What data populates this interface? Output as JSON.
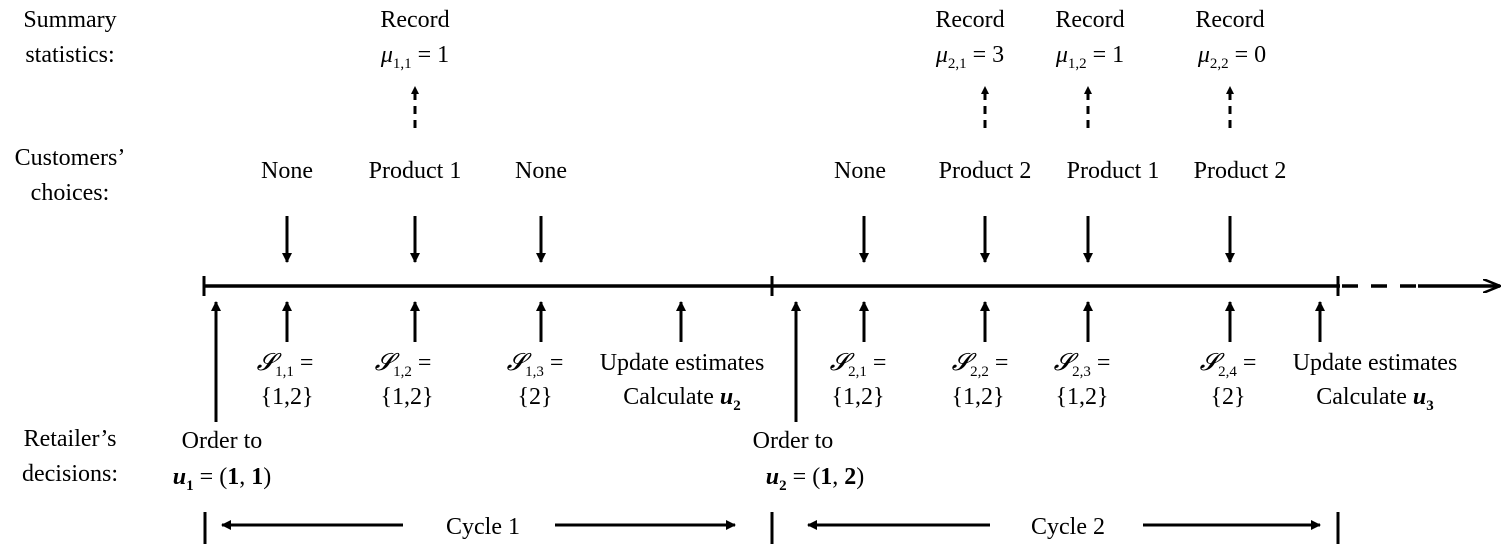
{
  "row_labels": {
    "summary": [
      "Summary",
      "statistics:"
    ],
    "choices": [
      "Customers’",
      "choices:"
    ],
    "decisions": [
      "Retailer’s",
      "decisions:"
    ]
  },
  "records": [
    {
      "word": "Record",
      "sym": "μ",
      "sub": "1,1",
      "rest": " = 1"
    },
    {
      "word": "Record",
      "sym": "μ",
      "sub": "2,1",
      "rest": " = 3"
    },
    {
      "word": "Record",
      "sym": "μ",
      "sub": "1,2",
      "rest": " = 1"
    },
    {
      "word": "Record",
      "sym": "μ",
      "sub": "2,2",
      "rest": " = 0"
    }
  ],
  "choices": [
    "None",
    "Product 1",
    "None",
    "None",
    "Product 2",
    "Product 1",
    "Product 2"
  ],
  "offer_sets": [
    {
      "sub": "1,1",
      "set": "{1,2}"
    },
    {
      "sub": "1,2",
      "set": "{1,2}"
    },
    {
      "sub": "1,3",
      "set": "{2}"
    },
    {
      "sub": "2,1",
      "set": "{1,2}"
    },
    {
      "sub": "2,2",
      "set": "{1,2}"
    },
    {
      "sub": "2,3",
      "set": "{1,2}"
    },
    {
      "sub": "2,4",
      "set": "{2}"
    }
  ],
  "updates": [
    {
      "line1": "Update estimates",
      "calc": "Calculate",
      "u": "u",
      "usub": "2"
    },
    {
      "line1": "Update estimates",
      "calc": "Calculate",
      "u": "u",
      "usub": "3"
    }
  ],
  "orders": [
    {
      "line1": "Order to",
      "u": "u",
      "usub": "1",
      "rest": " = (",
      "v1": "1",
      "comma": ", ",
      "v2": "1",
      "close": ")"
    },
    {
      "line1": "Order to",
      "u": "u",
      "usub": "2",
      "rest": " = (",
      "v1": "1",
      "comma": ", ",
      "v2": "2",
      "close": ")"
    }
  ],
  "cycles": [
    "Cycle 1",
    "Cycle 2"
  ]
}
